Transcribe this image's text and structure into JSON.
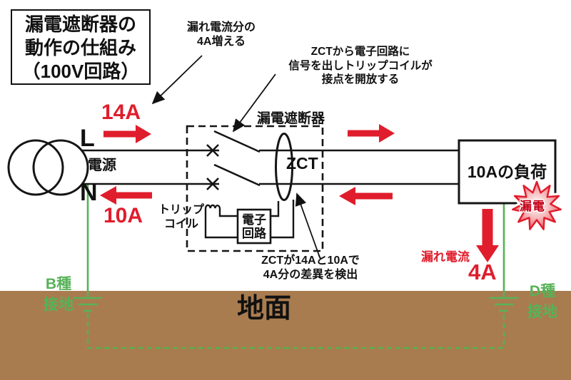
{
  "title": "漏電遮断器の\n動作の仕組み\n（100V回路）",
  "annotations": {
    "leak_increase": "漏れ電流分の\n4A増える",
    "zct_signal": "ZCTから電子回路に\n信号を出しトリップコイルが\n接点を開放する",
    "zct_detect": "ZCTが14Aと10Aで\n4A分の差異を検出"
  },
  "source": {
    "label": "電源",
    "line_l": "L",
    "line_n": "N",
    "current_l": "14A",
    "current_n": "10A"
  },
  "breaker": {
    "label": "漏電遮断器",
    "zct": "ZCT",
    "trip_coil": "トリップ\nコイル",
    "electronic_circuit": "電子\n回路"
  },
  "load": {
    "label": "10Aの負荷",
    "leak_burst": "漏電",
    "leak_current_label": "漏れ電流",
    "leak_current_value": "4A"
  },
  "ground": {
    "label": "地面",
    "earth_b": "B種\n接地",
    "earth_d": "D種\n接地"
  },
  "colors": {
    "arrow_red": "#e01d2c",
    "burst_text_red": "#c50018",
    "earth_green": "#57b257",
    "ground_brown": "#a97c4f",
    "line_black": "#151515"
  }
}
